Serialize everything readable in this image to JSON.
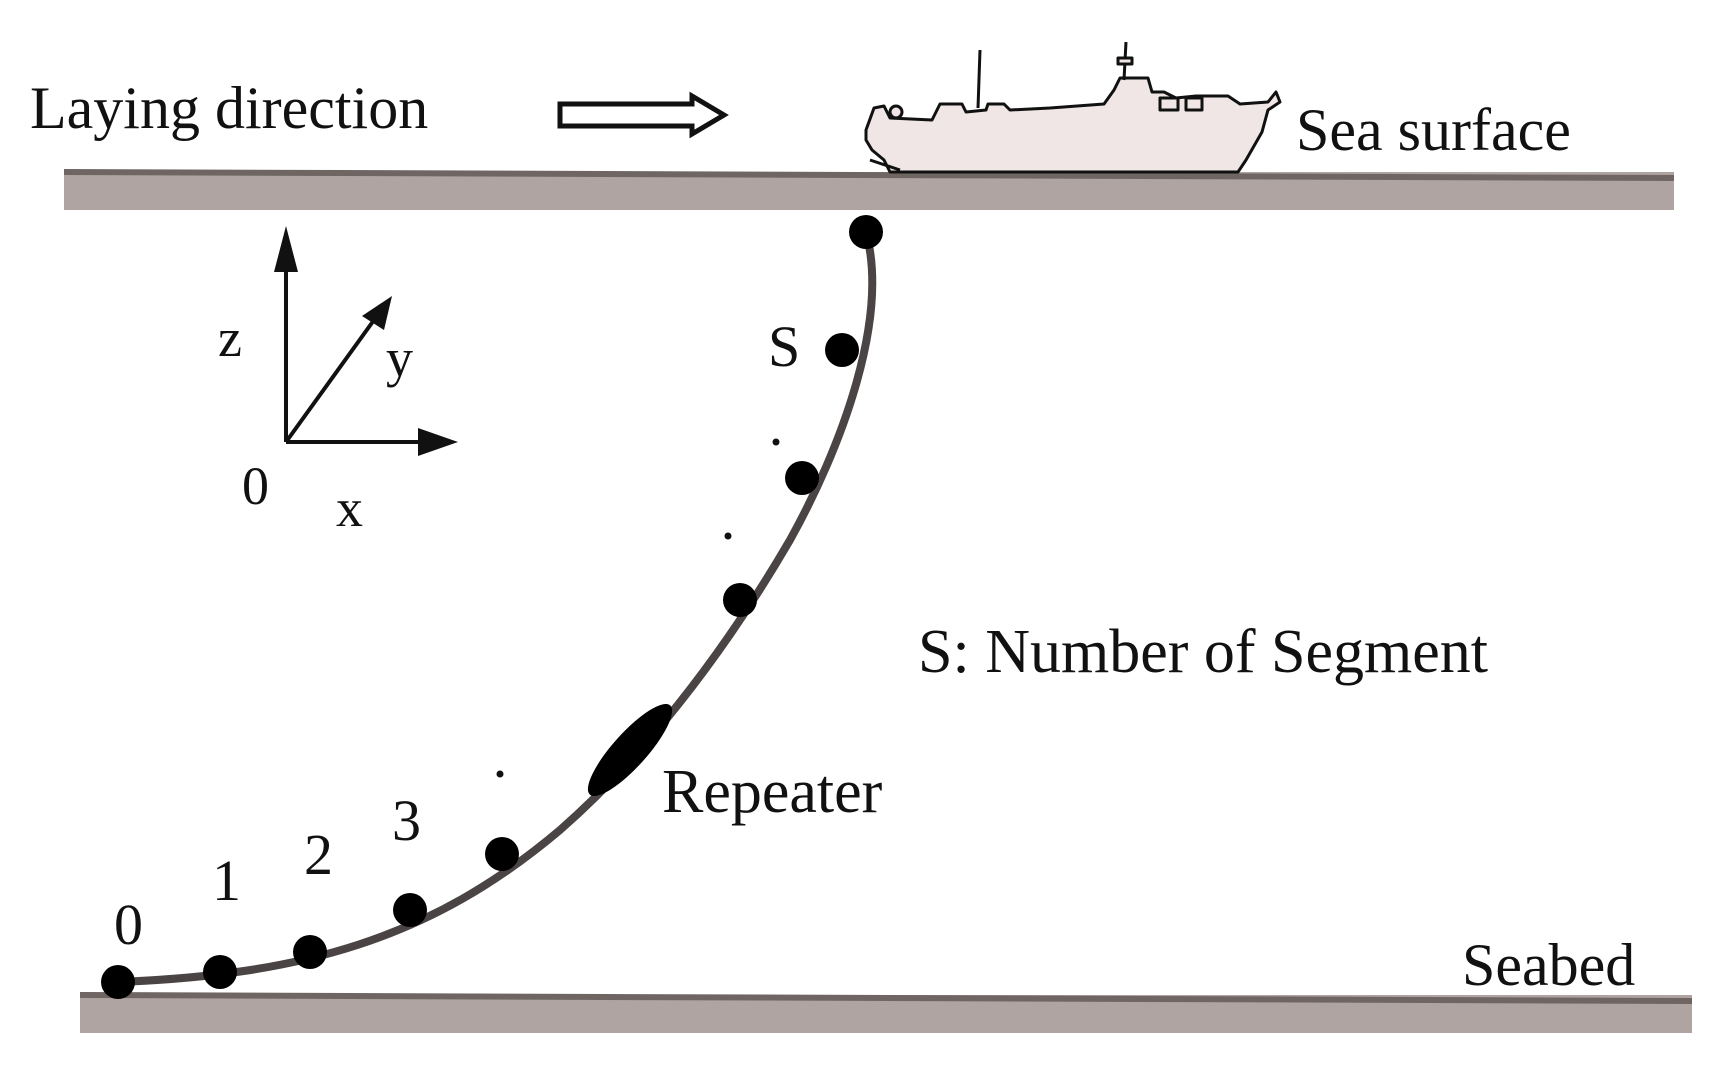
{
  "labels": {
    "laying_direction": "Laying direction",
    "sea_surface": "Sea surface",
    "seabed": "Seabed",
    "repeater": "Repeater",
    "segment_legend": "S: Number of Segment",
    "node_0": "0",
    "node_1": "1",
    "node_2": "2",
    "node_3": "3",
    "node_s": "S",
    "axis_z": "z",
    "axis_y": "y",
    "axis_x": "x",
    "axis_origin": "0"
  },
  "colors": {
    "water_layer": "#b0a4a2",
    "water_layer_edge": "#6f6664",
    "cable": "#4a4444",
    "node": "#000000",
    "ship_fill": "#efe6e5",
    "ship_stroke": "#111111"
  },
  "icons": {
    "ship": "cable-laying-ship-icon",
    "direction": "double-arrow-right-icon"
  }
}
